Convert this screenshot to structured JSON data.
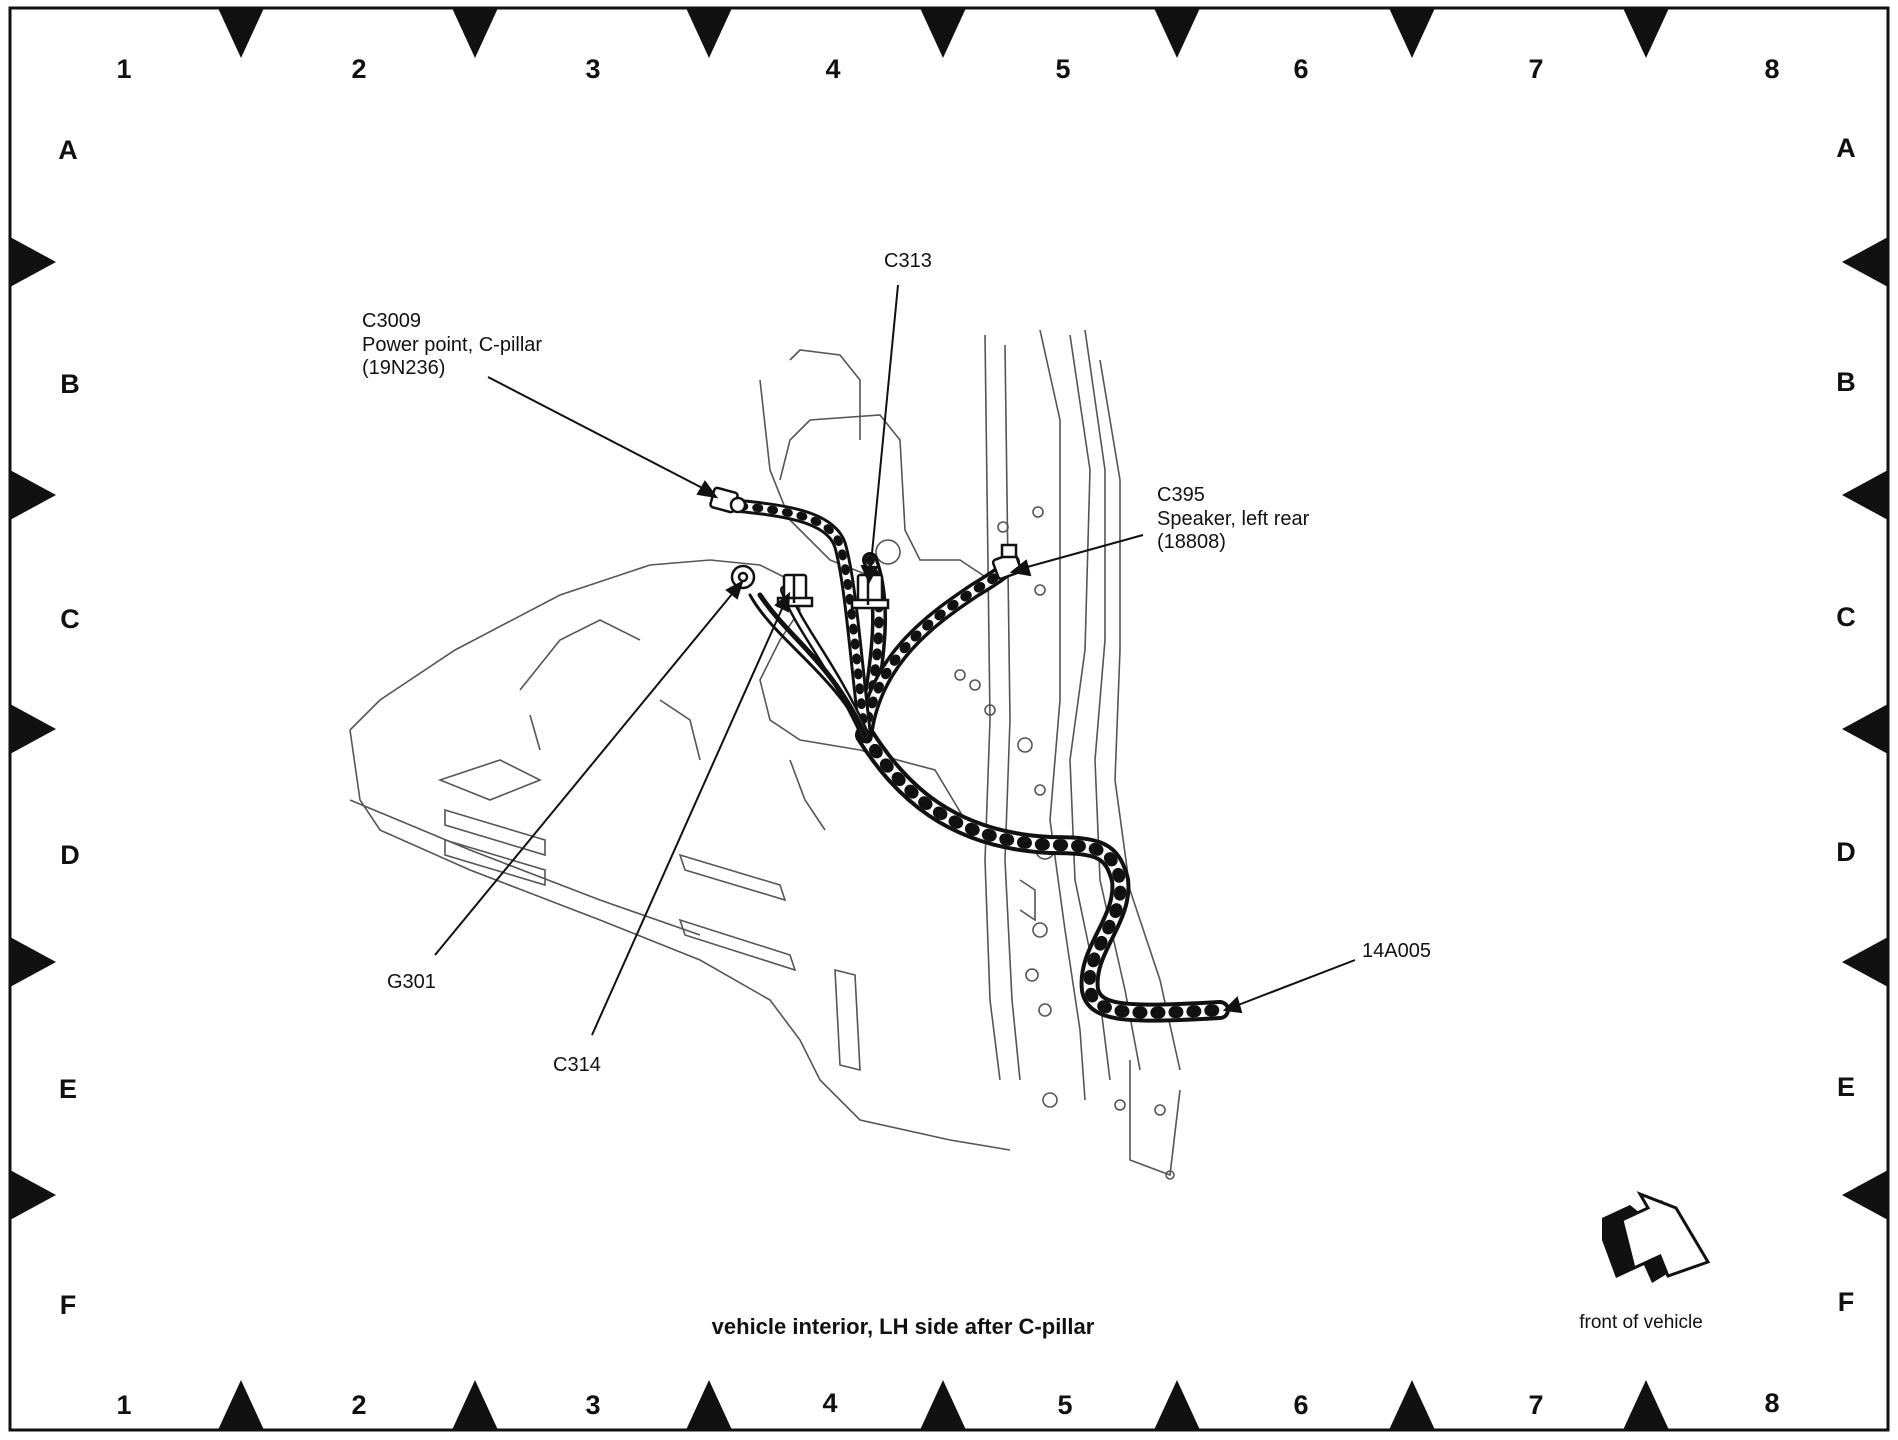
{
  "grid": {
    "columns": [
      "1",
      "2",
      "3",
      "4",
      "5",
      "6",
      "7",
      "8"
    ],
    "rows": [
      "A",
      "B",
      "C",
      "D",
      "E",
      "F"
    ]
  },
  "callouts": {
    "c3009": {
      "id": "C3009",
      "desc": "Power point, C-pillar",
      "part": "(19N236)"
    },
    "c313": {
      "id": "C313"
    },
    "c395": {
      "id": "C395",
      "desc": "Speaker, left rear",
      "part": "(18808)"
    },
    "g301": {
      "id": "G301"
    },
    "c314": {
      "id": "C314"
    },
    "harness": {
      "id": "14A005"
    }
  },
  "caption": "vehicle interior, LH side after C-pillar",
  "orientation": {
    "label": "front of vehicle"
  },
  "colors": {
    "ink": "#111111",
    "panel": "#555555",
    "background": "#ffffff"
  }
}
